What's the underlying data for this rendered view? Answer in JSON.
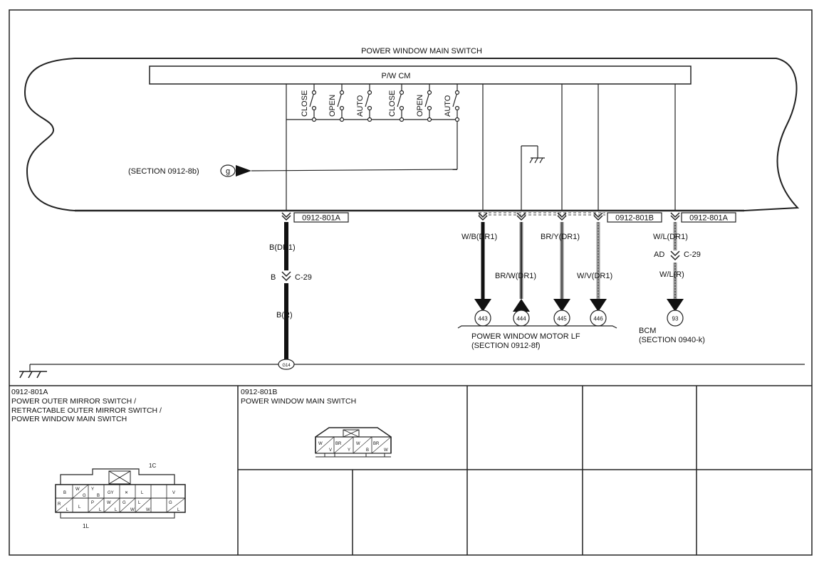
{
  "title": "POWER WINDOW MAIN SWITCH",
  "module_label": "P/W CM",
  "switch_labels": [
    "CLOSE",
    "OPEN",
    "AUTO",
    "CLOSE",
    "OPEN",
    "AUTO"
  ],
  "section_ref_left": {
    "label": "(SECTION 0912-8b)",
    "terminal": "g"
  },
  "connector_tags": [
    "0912-801A",
    "0912-801B",
    "0912-801A"
  ],
  "left_wire": {
    "top": "B(DR1)",
    "joint_left": "B",
    "joint_right": "C-29",
    "bottom": "B(R)",
    "ground_point": "G14"
  },
  "motor_wires": [
    {
      "label": "W/B(DR1)",
      "terminal": "443"
    },
    {
      "label": "BR/W(DR1)",
      "terminal": "444"
    },
    {
      "label": "BR/Y(DR1)",
      "terminal": "445"
    },
    {
      "label": "W/V(DR1)",
      "terminal": "446"
    }
  ],
  "bcm_wire": {
    "top": "W/L(DR1)",
    "joint_left": "AD",
    "joint_right": "C-29",
    "bottom": "W/L(R)",
    "terminal": "93"
  },
  "motor_dest": {
    "name": "POWER WINDOW MOTOR LF",
    "section": "(SECTION 0912-8f)"
  },
  "bcm_dest": {
    "name": "BCM",
    "section": "(SECTION 0940-k)"
  },
  "connectors": {
    "a": {
      "id": "0912-801A",
      "description": "POWER OUTER MIRROR SWITCH /\nRETRACTABLE OUTER MIRROR SWITCH /\nPOWER WINDOW MAIN SWITCH",
      "pin_1c": "1C",
      "pin_1l": "1L",
      "top_row": [
        "B",
        "W",
        "Y",
        "G",
        "B",
        "GY",
        "✕",
        "L",
        "V"
      ],
      "bottom_row": [
        "R",
        "L",
        "L",
        "P",
        "L",
        "W",
        "L",
        "G",
        "W",
        "L",
        "W",
        "G",
        "L"
      ]
    },
    "b": {
      "id": "0912-801B",
      "description": "POWER WINDOW MAIN SWITCH",
      "pins": [
        "W",
        "V",
        "BR",
        "Y",
        "W",
        "B",
        "BR",
        "W"
      ]
    }
  }
}
